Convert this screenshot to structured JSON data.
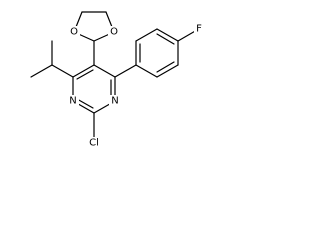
{
  "molecule": {
    "atoms": {
      "oxygen_left": "O",
      "oxygen_right": "O",
      "fluorine": "F",
      "nitrogen_left": "N",
      "nitrogen_right": "N",
      "chlorine": "Cl"
    }
  }
}
